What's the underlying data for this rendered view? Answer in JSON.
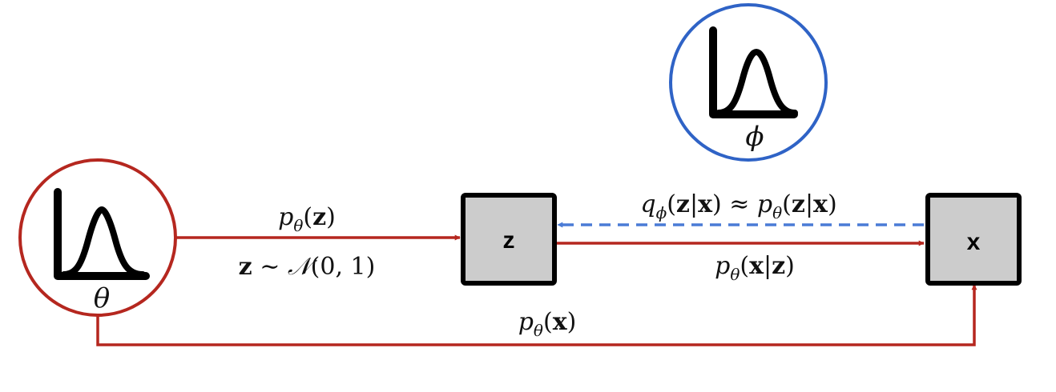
{
  "colors": {
    "generative": "#b5271f",
    "inference": "#2f63c6",
    "inference_arrow": "#4a7bd6",
    "node_fill": "#cccccc",
    "node_stroke": "#000000"
  },
  "parameters": {
    "theta": {
      "symbol": "θ",
      "icon": "distribution-curve-icon"
    },
    "phi": {
      "symbol": "ϕ",
      "icon": "distribution-curve-icon"
    }
  },
  "nodes": {
    "z": {
      "label": "z"
    },
    "x": {
      "label": "x"
    }
  },
  "edges": {
    "prior": {
      "label": {
        "p": "p",
        "sub": "θ",
        "open": "(",
        "var": "z",
        "close": ")"
      },
      "sublabel": {
        "var": "z",
        "rel": " ∼ ",
        "dist": "𝒩",
        "args": "(0, 1)"
      },
      "style": "solid"
    },
    "decoder": {
      "label": {
        "p": "p",
        "sub": "θ",
        "open": "(",
        "var": "x",
        "bar": "|",
        "cond": "z",
        "close": ")"
      },
      "style": "solid"
    },
    "encoder": {
      "label": {
        "q": "q",
        "qsub": "ϕ",
        "open1": "(",
        "var1": "z",
        "bar1": "|",
        "cond1": "x",
        "close1": ")",
        "approx": " ≈ ",
        "p": "p",
        "psub": "θ",
        "open2": "(",
        "var2": "z",
        "bar2": "|",
        "cond2": "x",
        "close2": ")"
      },
      "style": "dashed"
    },
    "marginal": {
      "label": {
        "p": "p",
        "sub": "θ",
        "open": "(",
        "var": "x",
        "close": ")"
      },
      "style": "solid"
    }
  }
}
